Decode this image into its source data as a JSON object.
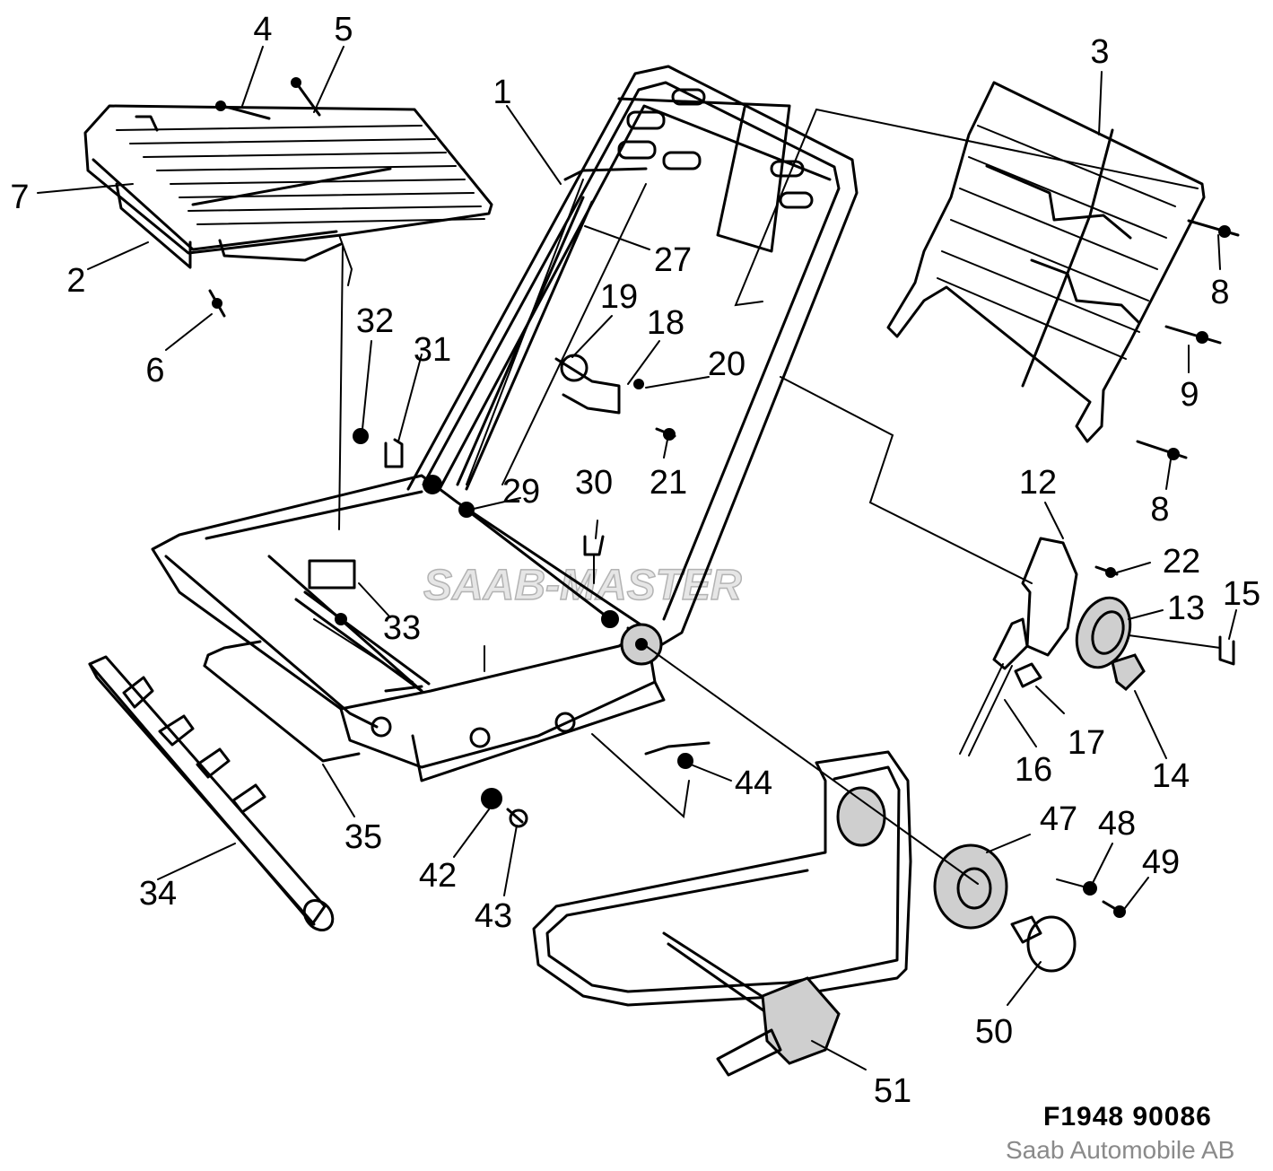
{
  "callouts": {
    "c1": "1",
    "c2": "2",
    "c3": "3",
    "c4": "4",
    "c5": "5",
    "c6": "6",
    "c7": "7",
    "c8a": "8",
    "c8b": "8",
    "c9": "9",
    "c12": "12",
    "c13": "13",
    "c14": "14",
    "c15": "15",
    "c16": "16",
    "c17": "17",
    "c18": "18",
    "c19": "19",
    "c20": "20",
    "c21": "21",
    "c22": "22",
    "c27": "27",
    "c29": "29",
    "c30": "30",
    "c31": "31",
    "c32": "32",
    "c33": "33",
    "c34": "34",
    "c35": "35",
    "c42": "42",
    "c43": "43",
    "c44": "44",
    "c47": "47",
    "c48": "48",
    "c49": "49",
    "c50": "50",
    "c51": "51"
  },
  "watermark": "SAAB-MASTER",
  "figure_code": "F1948  90086",
  "copyright": "Saab Automobile AB"
}
